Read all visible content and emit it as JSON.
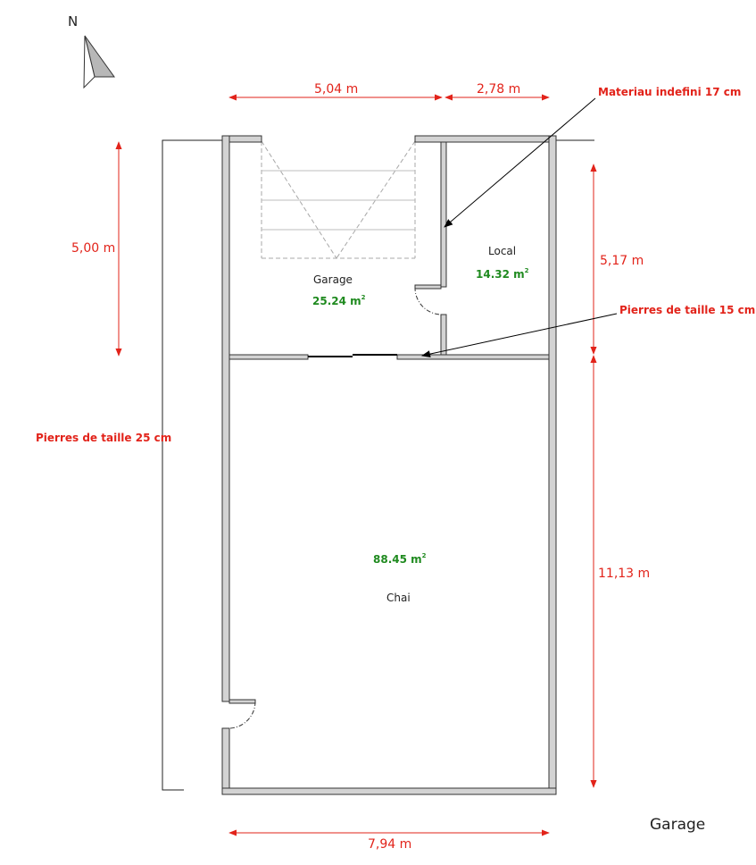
{
  "north_label": "N",
  "title": "Garage",
  "dimensions": {
    "top_left": "5,04 m",
    "top_right": "2,78 m",
    "left_upper": "5,00 m",
    "right_upper": "5,17 m",
    "right_lower": "11,13 m",
    "bottom": "7,94 m"
  },
  "annotations": {
    "materiau": "Materiau indefini 17 cm",
    "pierres15": "Pierres de taille 15 cm",
    "pierres25": "Pierres de taille 25 cm"
  },
  "rooms": {
    "garage": {
      "name": "Garage",
      "area": "25.24",
      "unit": "m"
    },
    "local": {
      "name": "Local",
      "area": "14.32",
      "unit": "m"
    },
    "chai": {
      "name": "Chai",
      "area": "88.45",
      "unit": "m"
    }
  },
  "area_superscript": "2",
  "colors": {
    "dimension": "#e2231a",
    "area": "#1f8a1f",
    "wall_fill": "#d3d3d3",
    "wall_stroke": "#333333"
  }
}
